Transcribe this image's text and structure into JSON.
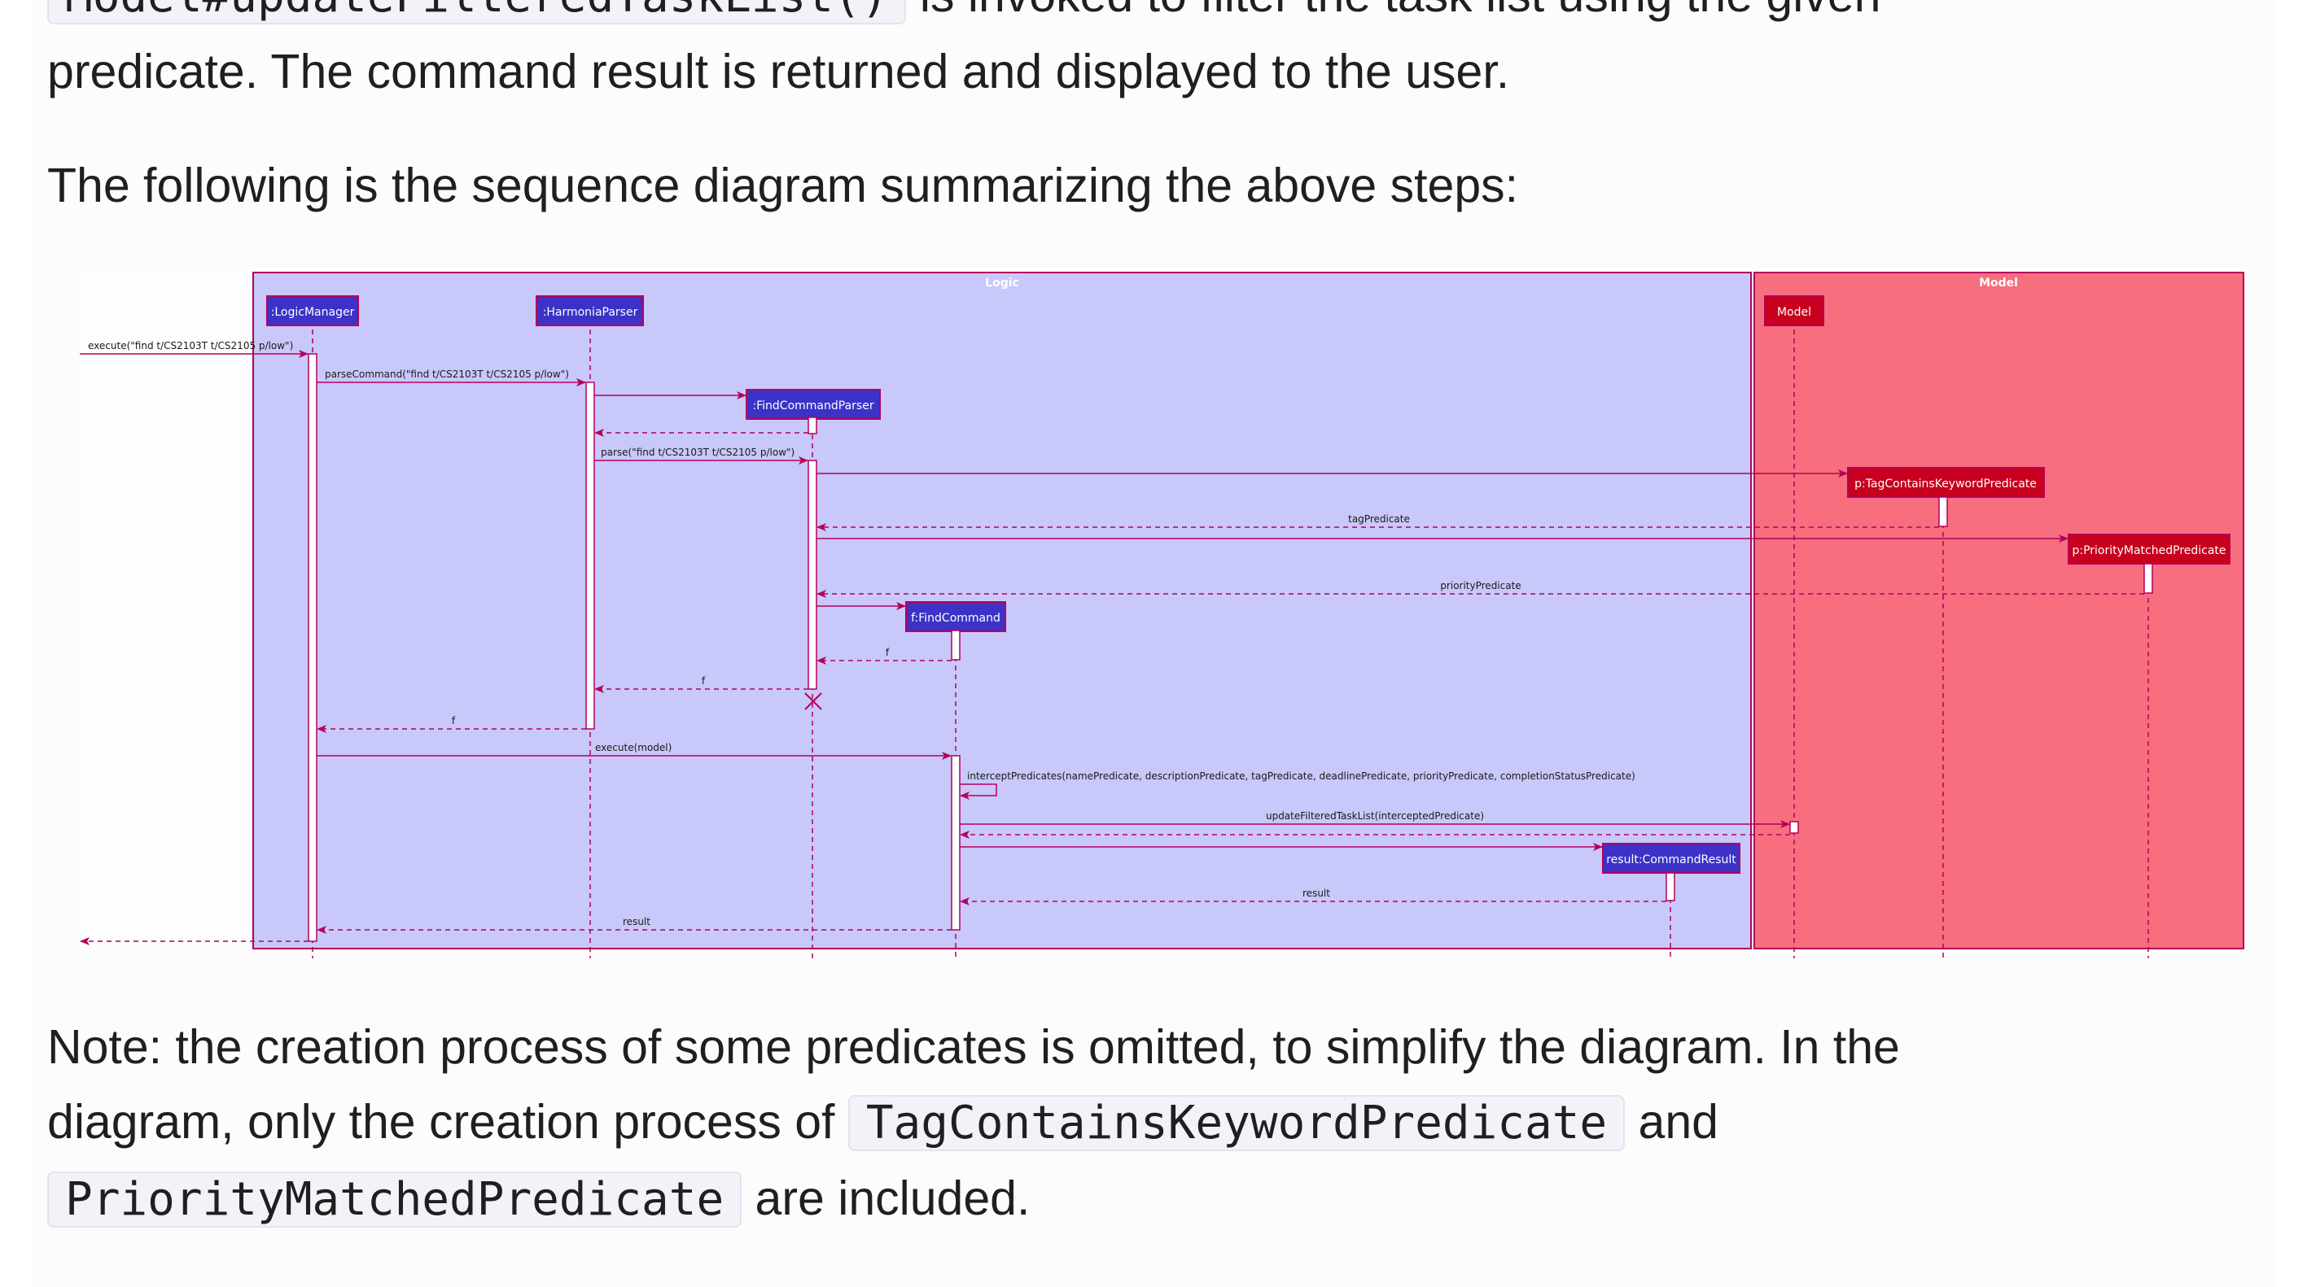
{
  "para_top": {
    "code": "Model#updateFilteredTaskList()",
    "text_a": " is invoked to filter the task list using the given",
    "text_b": "predicate. The command result is returned and displayed to the user."
  },
  "para_intro": "The following is the sequence diagram summarizing the above steps:",
  "note": {
    "t1": "Note: the creation process of some predicates is omitted, to simplify the diagram. In the",
    "t2": "diagram, only the creation process of ",
    "code1": "TagContainsKeywordPredicate",
    "t3": " and",
    "code2": "PriorityMatchedPredicate",
    "t4": " are included."
  },
  "colors": {
    "logic_fill": "#c8c8fa",
    "model_fill": "#f76e7e",
    "logic_actor": "#3c32c8",
    "model_actor": "#c8001e",
    "arrow": "#b4005a"
  },
  "diagram": {
    "frames": {
      "logic": "Logic",
      "model": "Model"
    },
    "participants": {
      "logic_manager": ":LogicManager",
      "harmonia_parser": ":HarmoniaParser",
      "find_command_parser": ":FindCommandParser",
      "find_command": "f:FindCommand",
      "command_result": "result:CommandResult",
      "model": "Model",
      "tag_predicate": "p:TagContainsKeywordPredicate",
      "priority_predicate": "p:PriorityMatchedPredicate"
    },
    "messages": {
      "execute": "execute(\"find t/CS2103T t/CS2105 p/low\")",
      "parse_command": "parseCommand(\"find t/CS2103T t/CS2105 p/low\")",
      "parse": "parse(\"find t/CS2103T t/CS2105 p/low\")",
      "tag_predicate": "tagPredicate",
      "priority_predicate": "priorityPredicate",
      "f1": "f",
      "f2": "f",
      "f3": "f",
      "execute_model": "execute(model)",
      "intercept": "interceptPredicates(namePredicate, descriptionPredicate, tagPredicate, deadlinePredicate, priorityPredicate, completionStatusPredicate)",
      "update": "updateFilteredTaskList(interceptedPredicate)",
      "result_inner": "result",
      "result_outer": "result"
    }
  }
}
